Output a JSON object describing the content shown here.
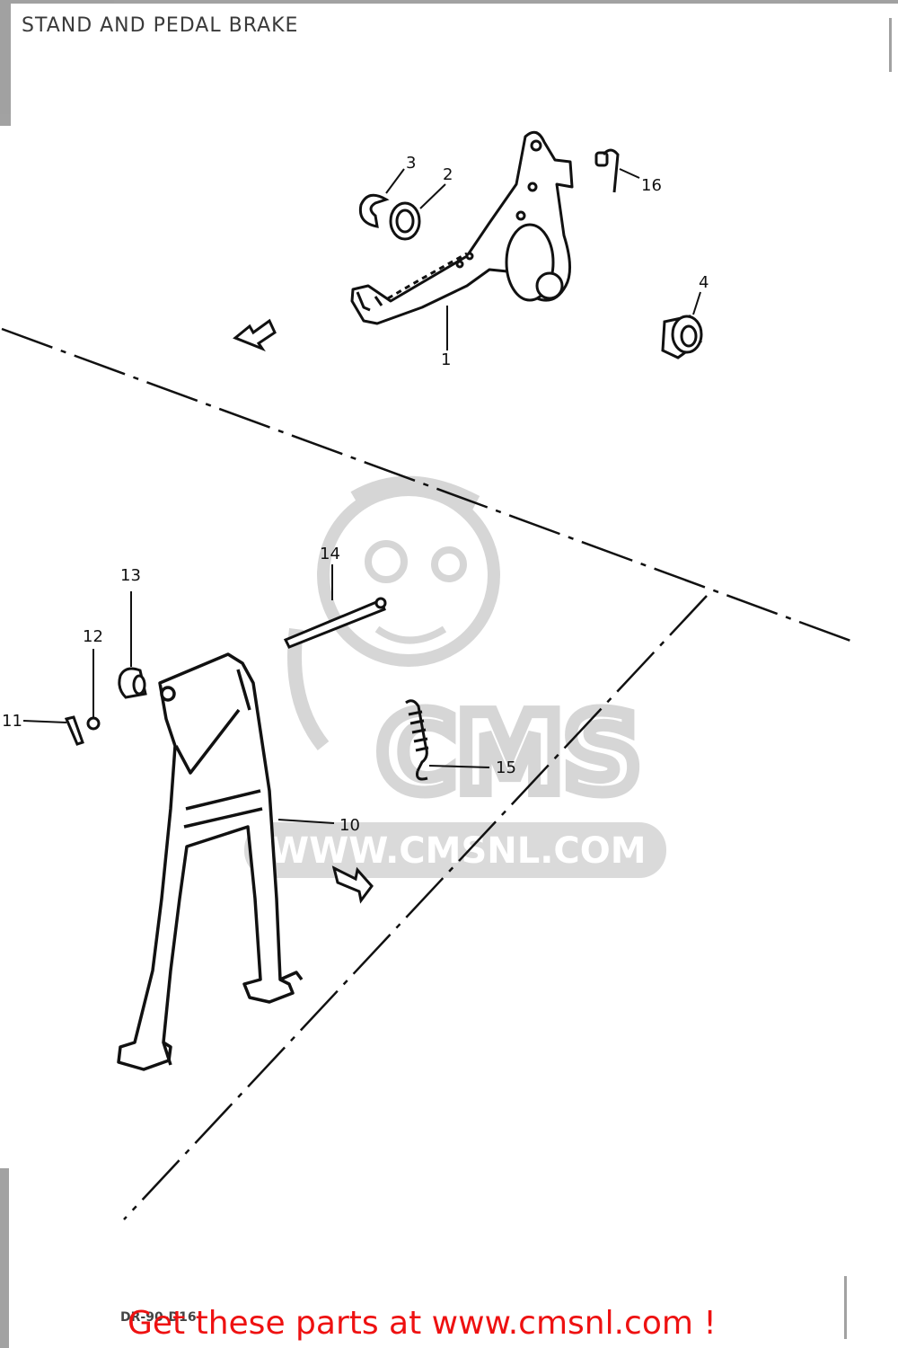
{
  "title": "STAND AND PEDAL BRAKE",
  "watermark": {
    "logo_text": "CMS",
    "url": "WWW.CMSNL.COM"
  },
  "parts": [
    {
      "number": "1"
    },
    {
      "number": "2"
    },
    {
      "number": "3"
    },
    {
      "number": "4"
    },
    {
      "number": "10"
    },
    {
      "number": "11"
    },
    {
      "number": "12"
    },
    {
      "number": "13"
    },
    {
      "number": "14"
    },
    {
      "number": "15"
    },
    {
      "number": "16"
    }
  ],
  "reference_code": "DR-90-D16",
  "footer": {
    "link_text": "Get these parts at www.cmsnl.com !"
  },
  "colors": {
    "line": "#111111",
    "watermark": "#d0d0d0",
    "footer_link": "#ee1111"
  }
}
